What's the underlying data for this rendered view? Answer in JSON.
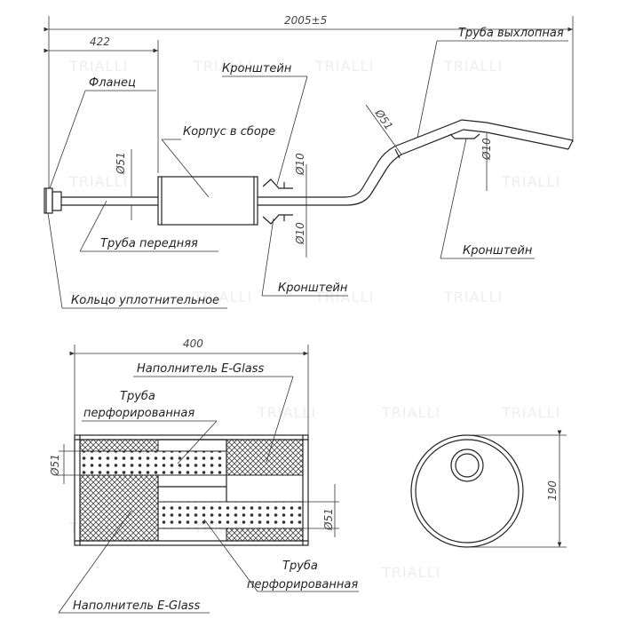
{
  "labels": {
    "flange": "Фланец",
    "body_assembly": "Корпус в сборе",
    "bracket": "Кронштейн",
    "exhaust_pipe": "Труба выхлопная",
    "front_pipe": "Труба передняя",
    "seal_ring": "Кольцо уплотнительное",
    "filler": "Наполнитель E-Glass",
    "perforated_pipe_line1": "Труба",
    "perforated_pipe_line2": "перфорированная"
  },
  "dimensions": {
    "total_length": "2005±5",
    "to_body": "422",
    "body_length": "400",
    "body_diameter": "190",
    "pipe_dia_51": "Ø51",
    "pipe_dia_10": "Ø10"
  },
  "watermark": "TRIALLI",
  "colors": {
    "line": "#222222",
    "hatch": "#444444",
    "perforation": "#333333",
    "watermark": "#eeeeee"
  }
}
